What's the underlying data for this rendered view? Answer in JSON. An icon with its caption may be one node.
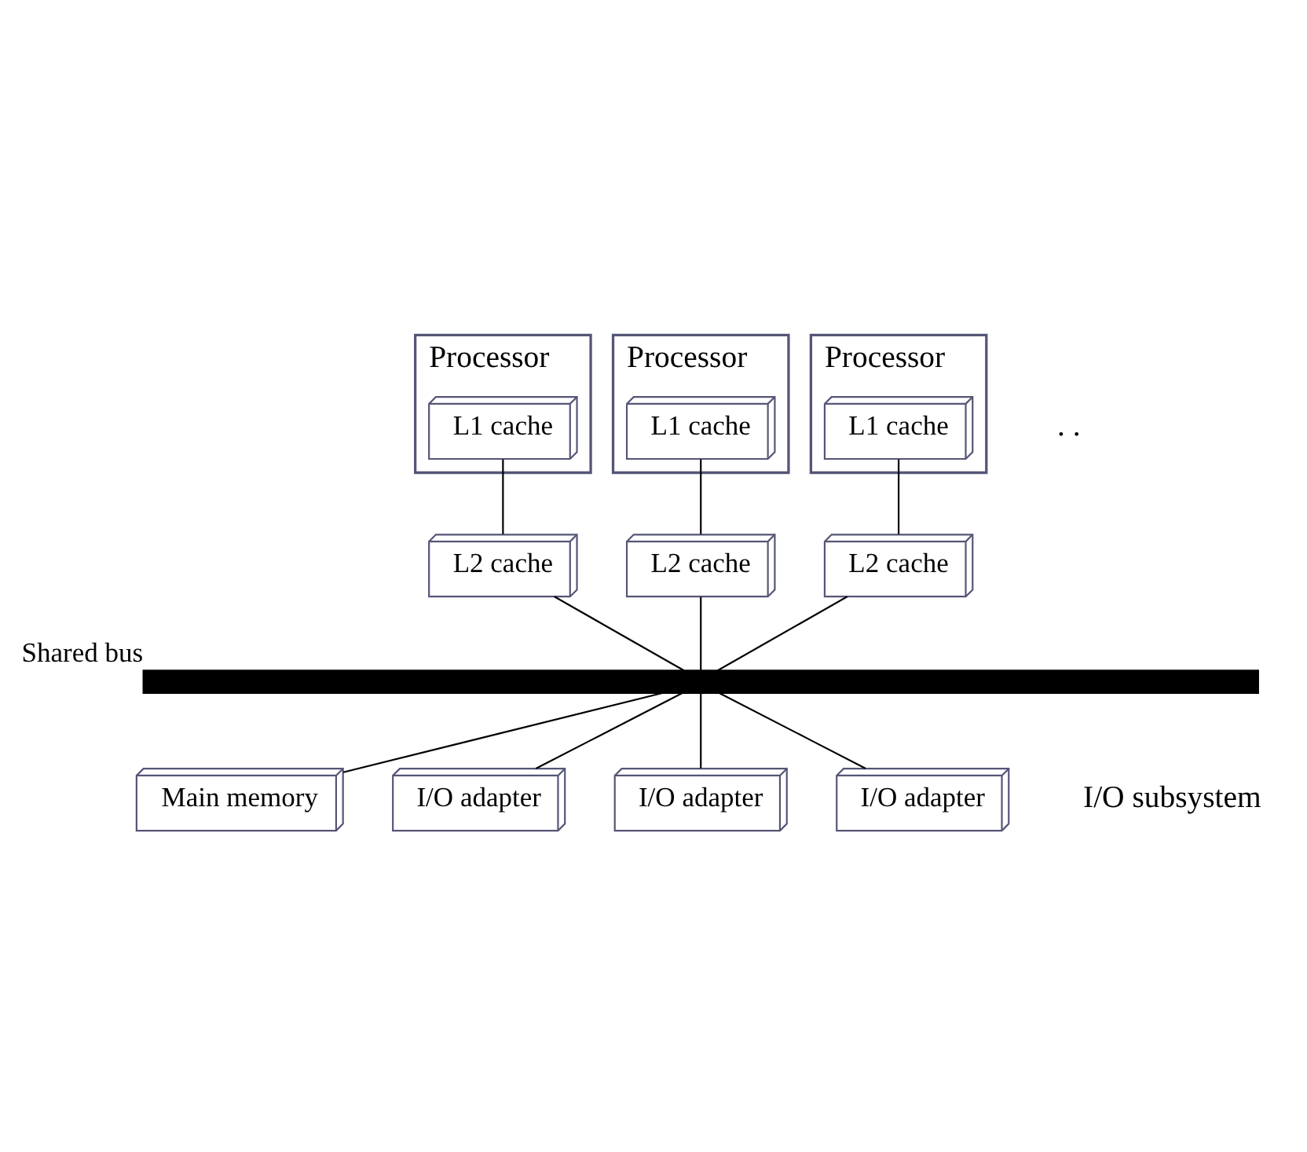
{
  "diagram": {
    "nodes": [
      {
        "text": [
          "Processor"
        ]
      },
      {
        "text": [
          "L1 cache"
        ],
        "in": 0
      },
      {
        "text": [
          "Processor"
        ]
      },
      {
        "text": [
          "L1 cache"
        ],
        "in": 2
      },
      {
        "text": [
          "Processor"
        ]
      },
      {
        "text": [
          "L1 cache"
        ],
        "in": 4
      },
      {
        "text": [
          "L2 cache"
        ]
      },
      {
        "text": [
          "L2 cache"
        ]
      },
      {
        "text": [
          "L2 cache"
        ]
      },
      {
        "text": [],
        "shape": "bar",
        "beside": [
          "Shared bus"
        ]
      },
      {
        "text": [
          "Main memory"
        ]
      },
      {
        "text": [
          "I/O adapter"
        ]
      },
      {
        "text": [
          "I/O adapter"
        ]
      },
      {
        "text": [
          "I/O adapter"
        ]
      }
    ],
    "edges": [
      {
        "from": 1,
        "to": 6,
        "arrow": "none"
      },
      {
        "from": 3,
        "to": 7,
        "arrow": "none"
      },
      {
        "from": 5,
        "to": 8,
        "arrow": "none"
      },
      {
        "from": 6,
        "to": 9,
        "arrow": "none"
      },
      {
        "from": 7,
        "to": 9,
        "arrow": "none"
      },
      {
        "from": 8,
        "to": 9,
        "arrow": "none"
      },
      {
        "from": 9,
        "to": 10,
        "arrow": "none"
      },
      {
        "from": 9,
        "to": 11,
        "arrow": "none"
      },
      {
        "from": 9,
        "to": 12,
        "arrow": "none"
      },
      {
        "from": 9,
        "to": 13,
        "arrow": "none"
      }
    ],
    "labels": [
      ". .",
      "I/O subsystem"
    ]
  }
}
